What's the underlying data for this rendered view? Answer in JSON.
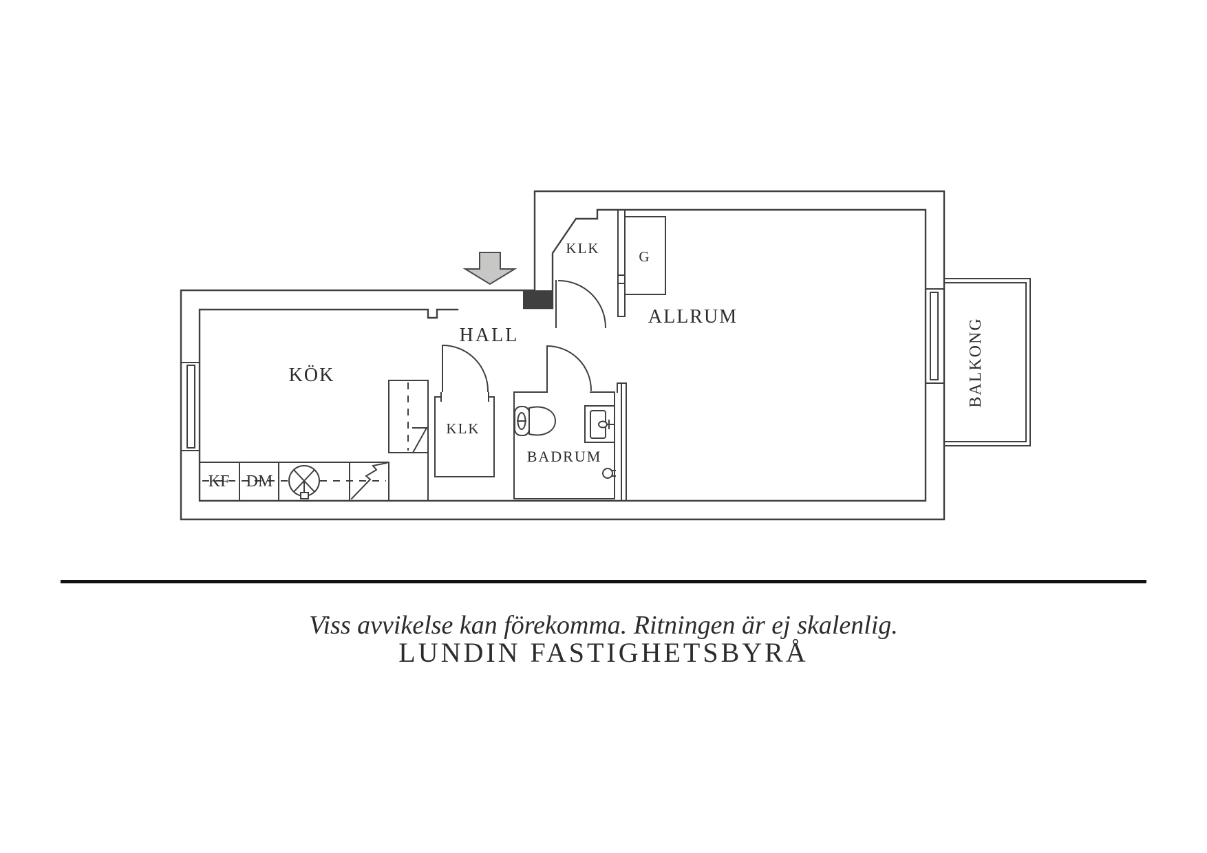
{
  "floorplan": {
    "rooms": {
      "kok": {
        "label": "KÖK"
      },
      "hall": {
        "label": "HALL"
      },
      "klk_upper": {
        "label": "KLK"
      },
      "garderob": {
        "label": "G"
      },
      "klk_lower": {
        "label": "KLK"
      },
      "badrum": {
        "label": "BADRUM"
      },
      "allrum": {
        "label": "ALLRUM"
      },
      "balkong": {
        "label": "BALKONG"
      }
    },
    "kitchen_appliances": {
      "kf": "KF",
      "dm": "DM"
    }
  },
  "footer": {
    "disclaimer": "Viss avvikelse kan förekomma. Ritningen är ej skalenlig.",
    "brand": "LUNDIN FASTIGHETSBYRÅ"
  },
  "colors": {
    "line": "#3f3f3f",
    "text": "#2c2c2c",
    "arrow_fill": "#c7c7c5",
    "background": "#ffffff"
  }
}
